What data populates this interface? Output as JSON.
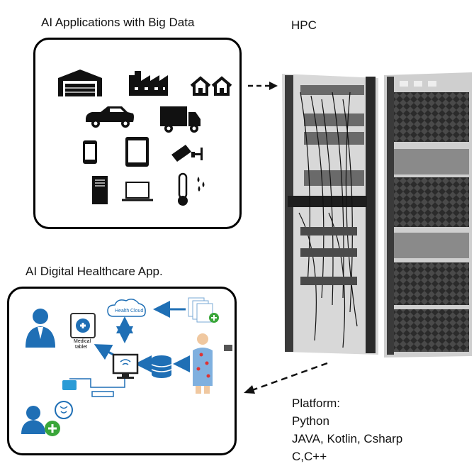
{
  "titles": {
    "ai_big_data": "AI Applications with Big Data",
    "hpc": "HPC",
    "healthcare": "AI Digital Healthcare App."
  },
  "platform": {
    "heading": "Platform:",
    "lines": [
      "Python",
      "JAVA, Kotlin, Csharp",
      "C,C++"
    ]
  },
  "healthcare_labels": {
    "cloud_line1": "Health",
    "cloud_line2": "Cloud",
    "tablet_line1": "Medical",
    "tablet_line2": "tablet"
  },
  "icons": {
    "big_data": [
      "warehouse-icon",
      "factory-icon",
      "houses-icon",
      "car-icon",
      "truck-icon",
      "smartphone-icon",
      "tablet-icon",
      "security-camera-icon",
      "server-tower-icon",
      "laptop-icon",
      "thermometer-humidity-icon"
    ],
    "healthcare": [
      "doctor-icon",
      "medical-tablet-icon",
      "health-cloud-icon",
      "medical-documents-icon",
      "monitor-icon",
      "database-icon",
      "patient-sensors-icon",
      "router-icon",
      "switch-icon",
      "patient-touch-icon"
    ]
  },
  "colors": {
    "accent_blue": "#1f6fb5",
    "icon_black": "#111111",
    "rack_gray": "#3a3a3a"
  }
}
